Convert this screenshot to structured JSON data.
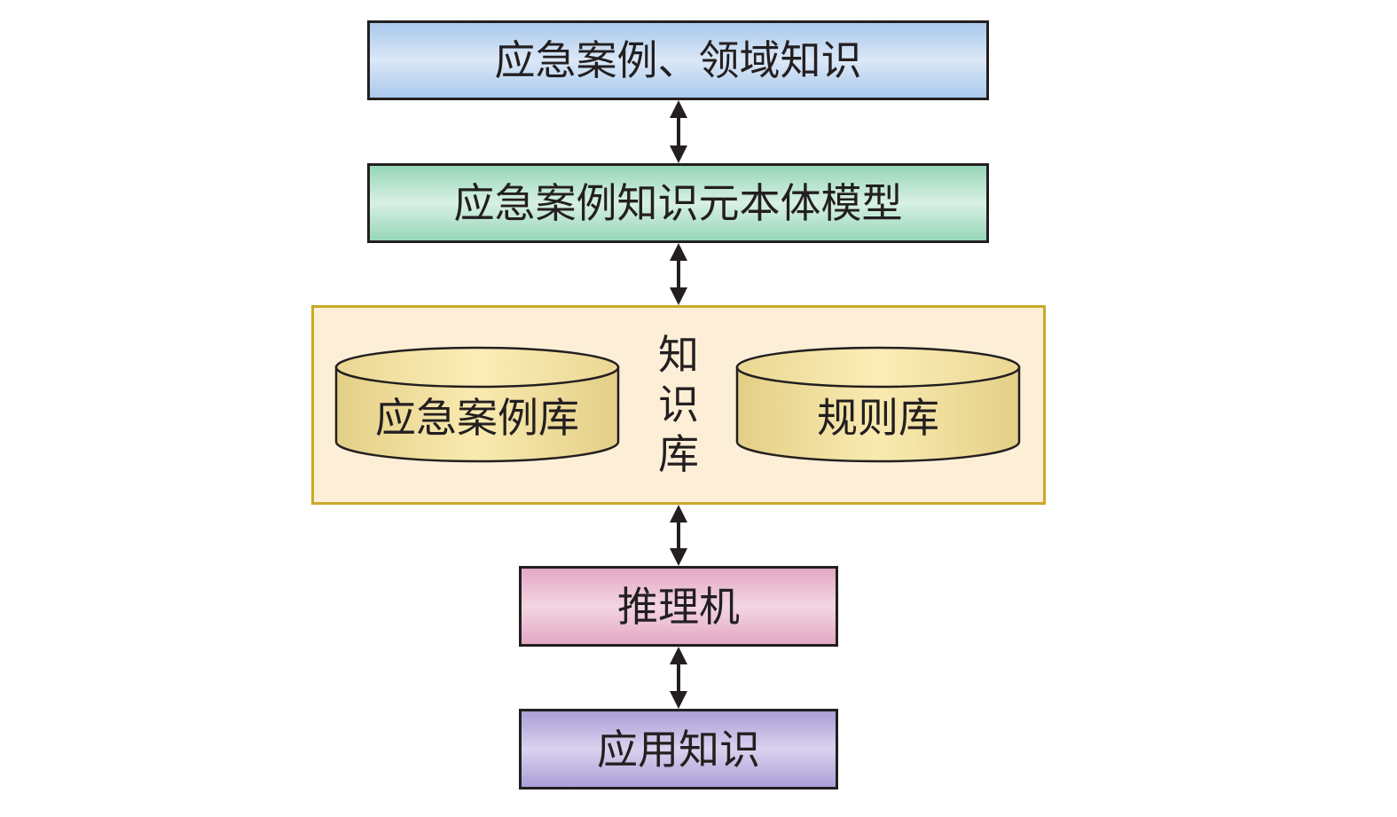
{
  "diagram": {
    "nodes": {
      "top": {
        "label": "应急案例、领域知识"
      },
      "ontology": {
        "label": "应急案例知识元本体模型"
      },
      "knowledge_base": {
        "label_chars": [
          "知",
          "识",
          "库"
        ],
        "case_db": {
          "label": "应急案例库"
        },
        "rule_db": {
          "label": "规则库"
        }
      },
      "engine": {
        "label": "推理机"
      },
      "apply": {
        "label": "应用知识"
      }
    },
    "edges": [
      {
        "from": "top",
        "to": "ontology",
        "type": "bidirectional"
      },
      {
        "from": "ontology",
        "to": "knowledge_base",
        "type": "bidirectional"
      },
      {
        "from": "knowledge_base",
        "to": "engine",
        "type": "bidirectional"
      },
      {
        "from": "engine",
        "to": "apply",
        "type": "bidirectional"
      }
    ],
    "colors": {
      "top_fill": "#c4daf3",
      "ontology_fill": "#b8e4cf",
      "kb_fill": "#fdefd7",
      "kb_border": "#c9a928",
      "cylinder_fill": "#f2df9c",
      "engine_fill": "#ebc1d5",
      "apply_fill": "#c3b9e4",
      "stroke": "#231f20"
    }
  }
}
